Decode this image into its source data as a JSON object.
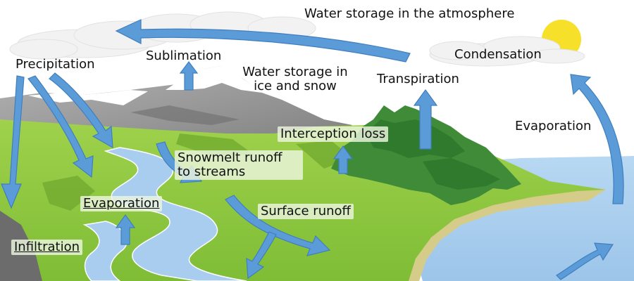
{
  "labels": {
    "water_storage_atmosphere": "Water storage in the atmosphere",
    "condensation": "Condensation",
    "precipitation": "Precipitation",
    "sublimation": "Sublimation",
    "water_storage_ice_snow_line1": "Water storage in",
    "water_storage_ice_snow_line2": "ice and snow",
    "transpiration": "Transpiration",
    "evaporation_ocean": "Evaporation",
    "interception_loss": "Interception loss",
    "snowmelt_runoff_line1": "Snowmelt runoff",
    "snowmelt_runoff_line2": "to streams",
    "evaporation_land": "Evaporation",
    "surface_runoff": "Surface runoff",
    "infiltration": "Infiltration"
  },
  "colors": {
    "arrow": "#5b9bd8",
    "water": "#a8cdee",
    "grass": "#8dc63f",
    "forest": "#3e8a38",
    "mountain": "#9a9a9a",
    "snow": "#ffffff",
    "sun": "#f7e02a",
    "sand": "#d6cc8a"
  }
}
